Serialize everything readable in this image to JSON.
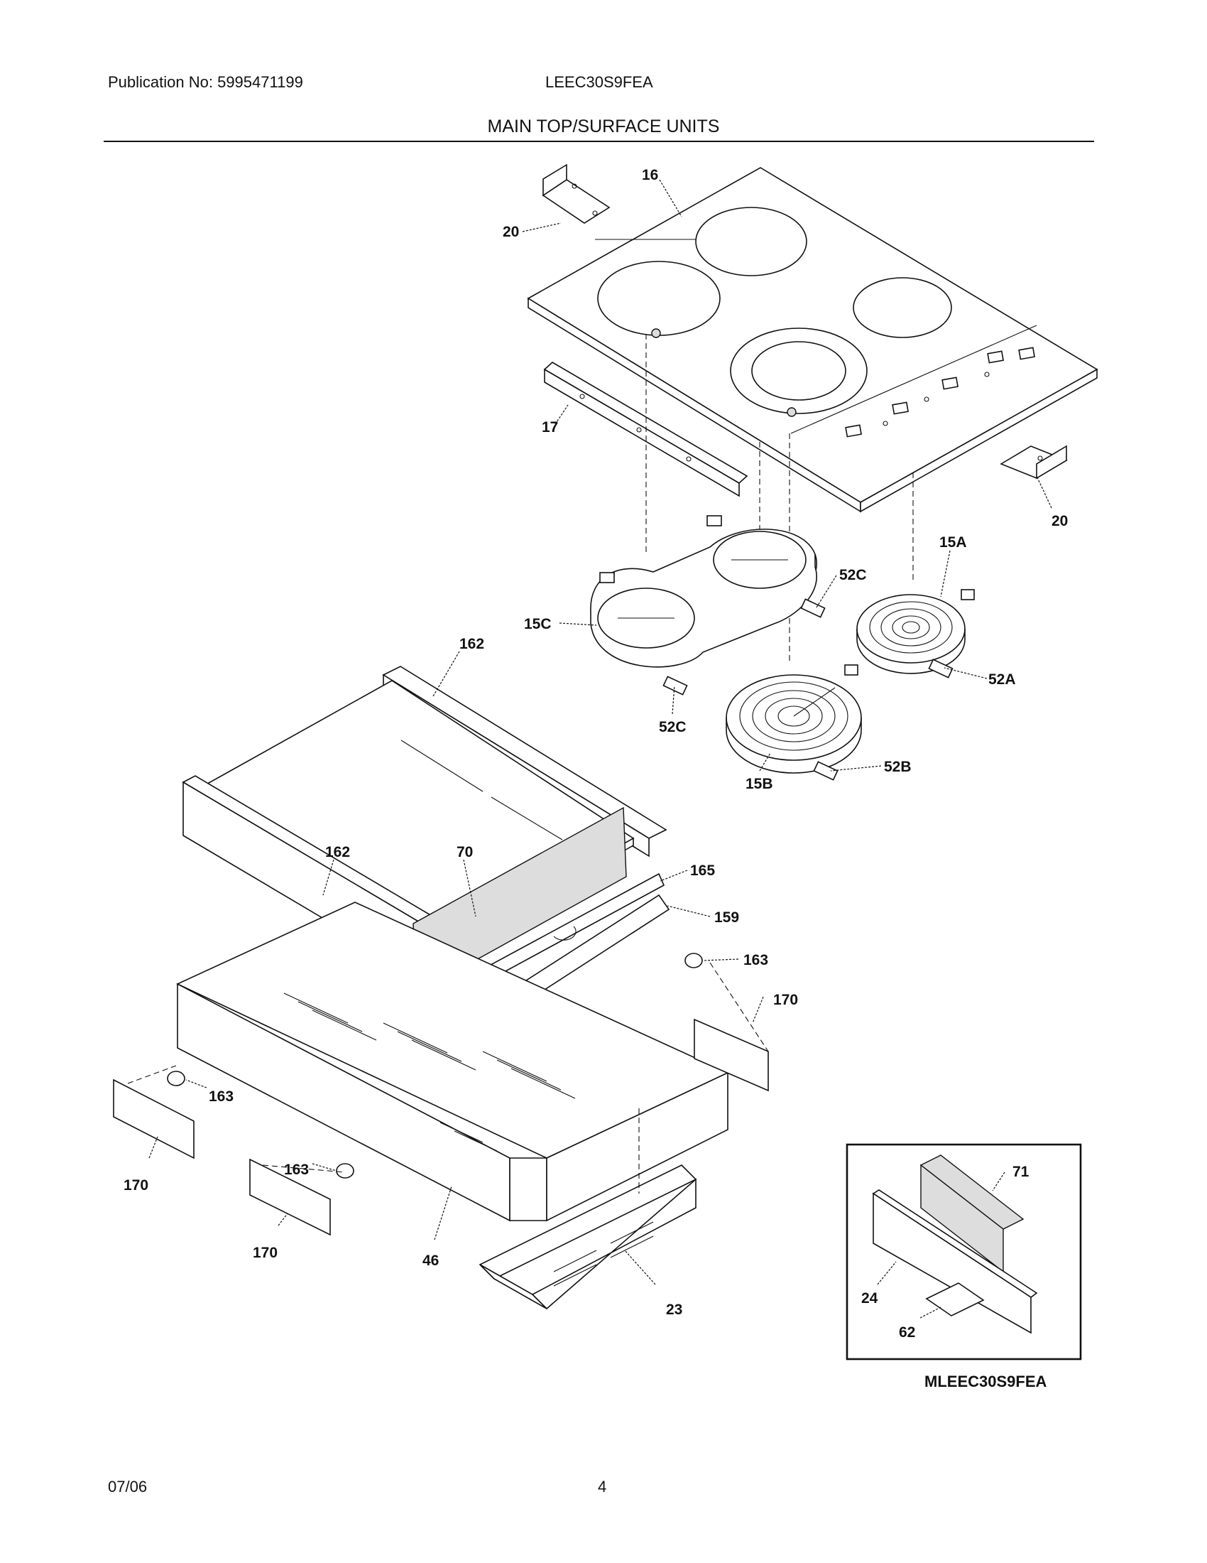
{
  "header": {
    "publication": "Publication No: 5995471199",
    "model": "LEEC30S9FEA",
    "title": "MAIN TOP/SURFACE UNITS"
  },
  "callouts": {
    "c16": "16",
    "c20a": "20",
    "c20b": "20",
    "c17": "17",
    "c15A": "15A",
    "c52C_a": "52C",
    "c15C": "15C",
    "c52C_b": "52C",
    "c52A": "52A",
    "c52B": "52B",
    "c15B": "15B",
    "c162a": "162",
    "c162b": "162",
    "c70": "70",
    "c165": "165",
    "c159": "159",
    "c163a": "163",
    "c170a": "170",
    "c163b": "163",
    "c170b": "170",
    "c163c": "163",
    "c170c": "170",
    "c46": "46",
    "c23": "23",
    "c71": "71",
    "c24": "24",
    "c62": "62"
  },
  "inset_label": "MLEEC30S9FEA",
  "footer": {
    "date": "07/06",
    "page": "4"
  }
}
